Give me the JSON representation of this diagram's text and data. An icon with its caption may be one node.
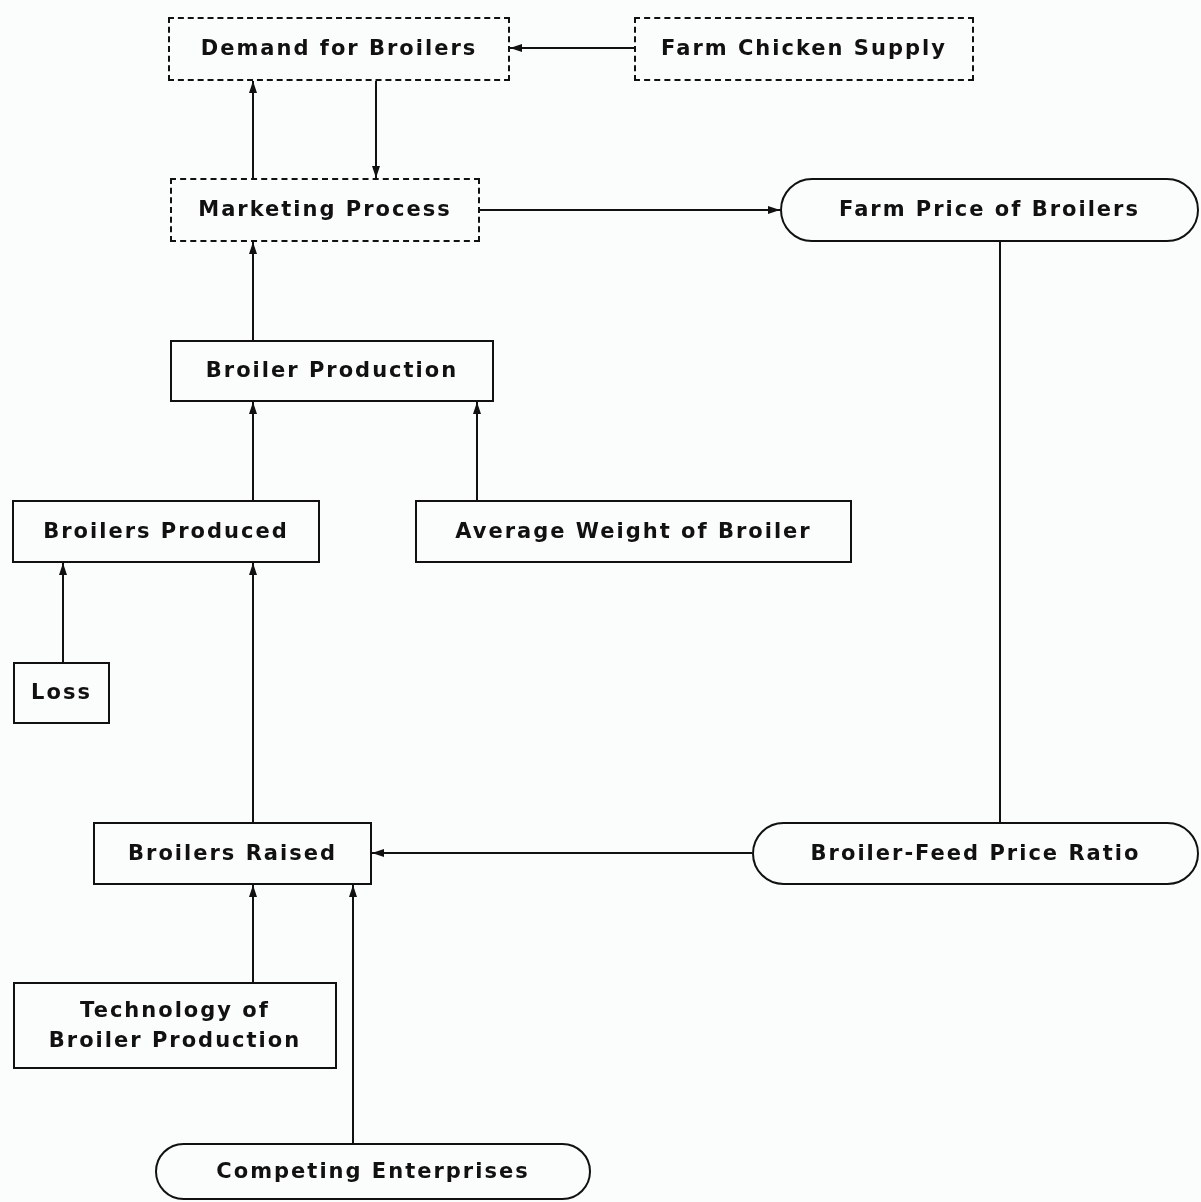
{
  "diagram": {
    "nodes": [
      {
        "text": [
          "Demand for Broilers"
        ]
      },
      {
        "text": [
          "Farm Chicken Supply"
        ]
      },
      {
        "text": [
          "Marketing Process"
        ]
      },
      {
        "text": [
          "Farm Price of Broilers"
        ]
      },
      {
        "text": [
          "Broiler Production"
        ]
      },
      {
        "text": [
          "Broilers Produced"
        ]
      },
      {
        "text": [
          "Average Weight of Broiler"
        ]
      },
      {
        "text": [
          "Loss"
        ]
      },
      {
        "text": [
          "Broilers Raised"
        ]
      },
      {
        "text": [
          "Broiler-Feed Price Ratio"
        ]
      },
      {
        "text": [
          "Technology of Broiler Production"
        ]
      },
      {
        "text": [
          "Competing Enterprises"
        ]
      }
    ],
    "edges": [
      {
        "from": 1,
        "to": 0,
        "arrow": "to"
      },
      {
        "from": 2,
        "to": 0,
        "arrow": "to"
      },
      {
        "from": 0,
        "to": 2,
        "arrow": "to"
      },
      {
        "from": 2,
        "to": 3,
        "arrow": "to"
      },
      {
        "from": 3,
        "to": 9,
        "arrow": "none"
      },
      {
        "from": 9,
        "to": 8,
        "arrow": "to"
      },
      {
        "from": 4,
        "to": 2,
        "arrow": "to"
      },
      {
        "from": 5,
        "to": 4,
        "arrow": "to"
      },
      {
        "from": 6,
        "to": 4,
        "arrow": "to"
      },
      {
        "from": 7,
        "to": 5,
        "arrow": "to"
      },
      {
        "from": 8,
        "to": 5,
        "arrow": "to"
      },
      {
        "from": 10,
        "to": 8,
        "arrow": "to"
      },
      {
        "from": 11,
        "to": 8,
        "arrow": "to"
      }
    ]
  }
}
